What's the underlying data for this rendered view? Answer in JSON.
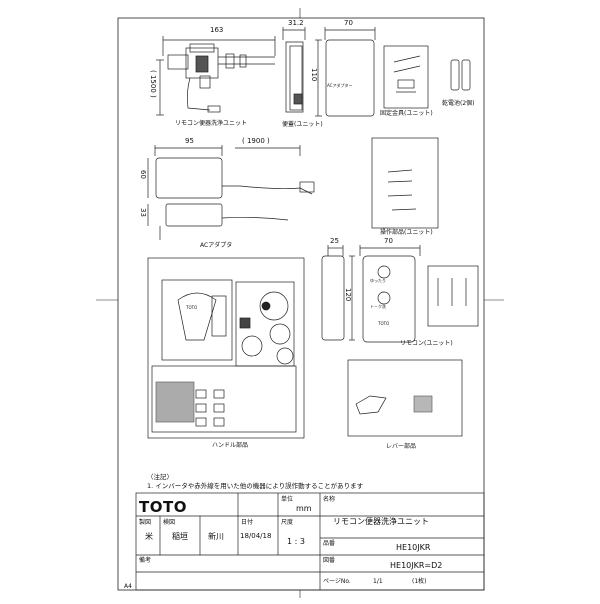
{
  "dimensions": {
    "drain_width": "163",
    "drain_depth": "31.2",
    "valve_width": "70",
    "valve_height": "110",
    "cable_length": "( 1500 )",
    "adapter_width": "95",
    "adapter_cord": "( 1900 )",
    "adapter_height": "60",
    "adapter_thickness": "33",
    "remote_depth": "25",
    "remote_width": "70",
    "remote_height": "120"
  },
  "labels": {
    "drain_unit": "リモコン便器洗浄ユニット",
    "valve_unit": "便蓋(ユニット)",
    "fixing_parts": "固定金具(ユニット)",
    "battery": "乾電池(2個)",
    "panel_ac": "ACアダプタ",
    "drain_parts": "操作部品(ユニット)",
    "handle_parts": "ハンドル部品",
    "remote_unit": "リモコン(ユニット)",
    "lever_parts": "レバー部品",
    "adapter_name": "ACアダプター",
    "remote_top": "ゆったり",
    "remote_bottom": "ト－ク洗",
    "remote_brand": "TOTO",
    "handle_brand": "TOTO"
  },
  "notes": {
    "title": "〈注記〉",
    "line1": "1. インバータや赤外線を用いた他の機器により誤作動することがあります"
  },
  "title_block": {
    "logo": "TOTO",
    "col_drawn": "製図",
    "col_check": "検図",
    "col_date": "日付",
    "col_scale": "尺度",
    "col_unit": "単位",
    "col_name": "名称",
    "col_product": "品番",
    "col_drawing": "図番",
    "col_remarks": "備考",
    "unit_value": "mm",
    "drawn_value": "米",
    "check_value1": "稲垣",
    "check_value2": "新川",
    "date_value": "18/04/18",
    "scale_value": "1 : 3",
    "name_value": "リモコン便器洗浄ユニット",
    "product_value": "HE10JKR",
    "drawing_value": "HE10JKR=D2",
    "sheet_size": "A4",
    "page_label": "ページNo.",
    "page_value": "1/1",
    "page_suffix": "(1枚)"
  }
}
